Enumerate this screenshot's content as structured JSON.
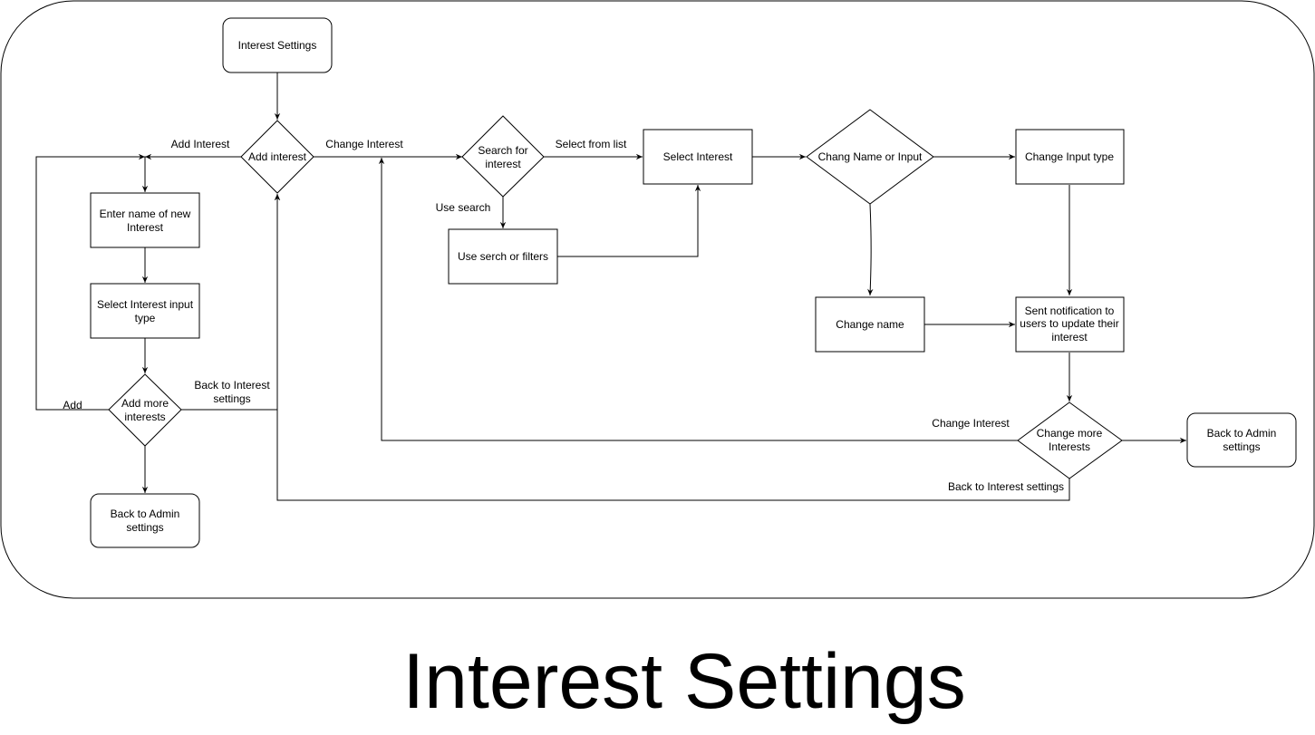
{
  "diagram": {
    "caption": "Interest Settings",
    "nodes": {
      "start": "Interest Settings",
      "add_interest_decision": "Add interest",
      "enter_name": [
        "Enter name of new",
        "Interest"
      ],
      "select_input_type": [
        "Select Interest input",
        "type"
      ],
      "add_more_decision": [
        "Add more",
        "interests"
      ],
      "back_admin_left": [
        "Back to Admin",
        "settings"
      ],
      "search_decision": [
        "Search for",
        "interest"
      ],
      "use_search_filters": "Use serch or filters",
      "select_interest": "Select Interest",
      "name_or_input_decision": "Chang Name or Input",
      "change_input_type": "Change Input type",
      "change_name": "Change name",
      "sent_notification": [
        "Sent notification to",
        "users to update their",
        "interest"
      ],
      "change_more_decision": [
        "Change more",
        "Interests"
      ],
      "back_admin_right": [
        "Back to Admin",
        "settings"
      ]
    },
    "edge_labels": {
      "add_interest": "Add Interest",
      "change_interest_top": "Change Interest",
      "select_from_list": "Select from list",
      "use_search": "Use search",
      "add": "Add",
      "back_to_interest_settings_left": [
        "Back to Interest",
        "settings"
      ],
      "change_interest_bottom": "Change Interest",
      "back_to_interest_settings_bottom": "Back to Interest settings"
    }
  }
}
